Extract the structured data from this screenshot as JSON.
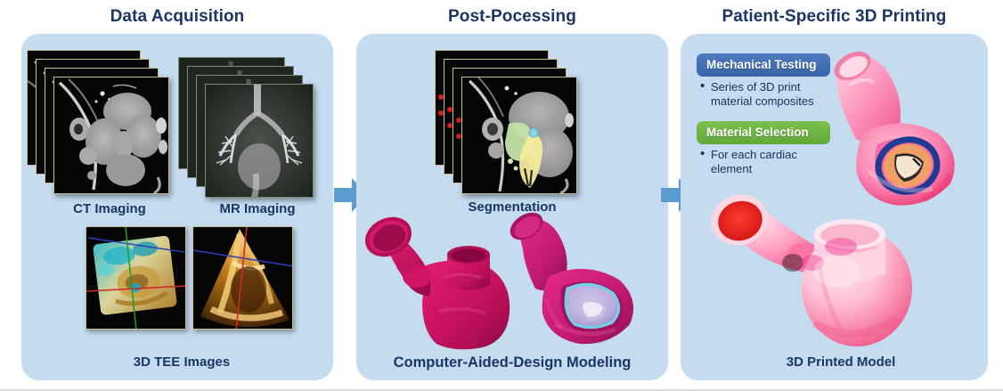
{
  "figure": {
    "background": "#ffffff",
    "panel_fill": "#c5dcf0",
    "title_color": "#1b3566",
    "arrow_color": "#5b9bd0"
  },
  "panels": [
    {
      "id": "data-acquisition",
      "title": "Data Acquisition",
      "captions": [
        {
          "id": "ct",
          "label": "CT Imaging"
        },
        {
          "id": "mr",
          "label": "MR Imaging"
        },
        {
          "id": "tee",
          "label": "3D TEE Images"
        }
      ]
    },
    {
      "id": "post-processing",
      "title": "Post-Pocessing",
      "captions": [
        {
          "id": "segmentation",
          "label": "Segmentation"
        },
        {
          "id": "cad",
          "label": "Computer-Aided-Design Modeling"
        }
      ]
    },
    {
      "id": "3d-printing",
      "title": "Patient-Specific 3D Printing",
      "captions": [
        {
          "id": "printed",
          "label": "3D Printed Model"
        }
      ],
      "badges": [
        {
          "id": "mechanical-testing",
          "label": "Mechanical Testing",
          "color": "#3f6cb4",
          "bullets": [
            "Series of 3D print material composites"
          ]
        },
        {
          "id": "material-selection",
          "label": "Material Selection",
          "color": "#6cb33f",
          "bullets": [
            "For each cardiac element"
          ]
        }
      ]
    }
  ],
  "arrows": [
    {
      "id": "arrow-acquisition-to-processing"
    },
    {
      "id": "arrow-processing-to-printing"
    }
  ]
}
